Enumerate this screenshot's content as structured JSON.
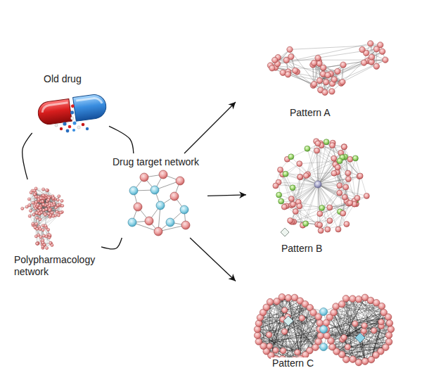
{
  "diagram": {
    "nodes": [
      {
        "text": [
          "Old drug"
        ]
      },
      {
        "text": [
          "Polypharmacology network"
        ]
      },
      {
        "text": [
          "Drug target network"
        ]
      },
      {
        "text": [
          "Pattern A"
        ]
      },
      {
        "text": [
          "Pattern B"
        ]
      },
      {
        "text": [
          "Pattern C"
        ]
      }
    ],
    "edges": [
      {
        "from": 0,
        "to": 1,
        "arrow": "none"
      },
      {
        "from": 0,
        "to": 2,
        "arrow": "none"
      },
      {
        "from": 1,
        "to": 2,
        "arrow": "none"
      },
      {
        "from": 2,
        "to": 3,
        "arrow": "to"
      },
      {
        "from": 2,
        "to": 4,
        "arrow": "to"
      },
      {
        "from": 2,
        "to": 5,
        "arrow": "to"
      }
    ]
  }
}
